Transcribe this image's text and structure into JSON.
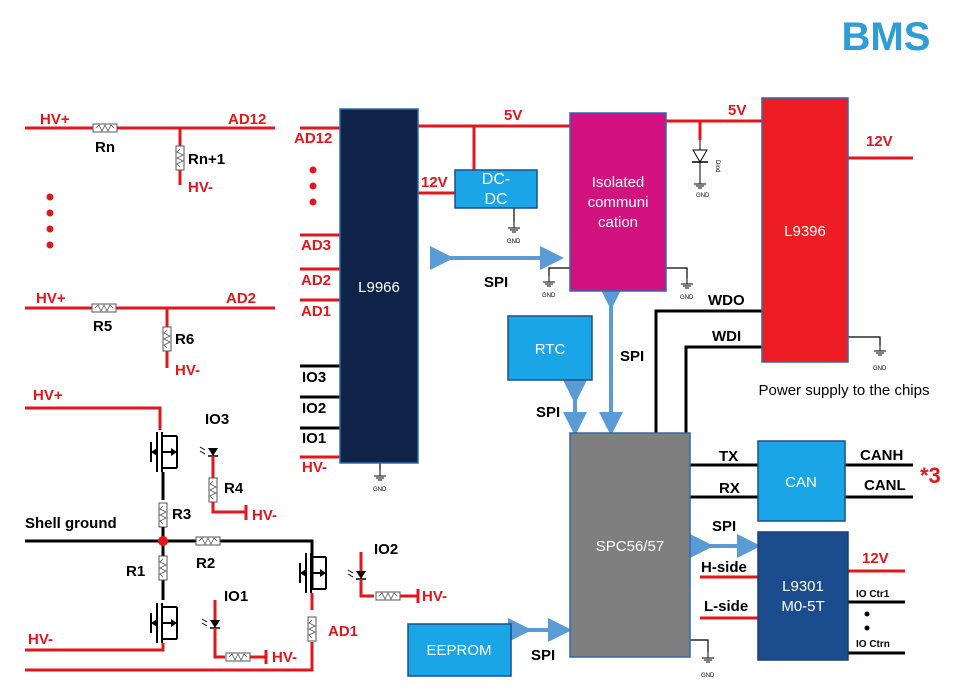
{
  "title": "BMS",
  "colors": {
    "title": "#2e9cd6",
    "wire_red": "#e3161c",
    "l9966": "#0f2349",
    "isolated": "#d2137f",
    "l9396": "#ee1c23",
    "mcu": "#7f7f7f",
    "light_blue": "#1aa6e6",
    "dark_blue": "#1b4d8e",
    "arrow": "#5b9bd5"
  },
  "blocks": {
    "l9966": "L9966",
    "dcdc": "DC-\nDC",
    "isolated": "Isolated\ncommuni\ncation",
    "l9396": "L9396",
    "rtc": "RTC",
    "mcu": "SPC56/57",
    "can": "CAN",
    "l9301": "L9301\nM0-5T",
    "eeprom": "EEPROM"
  },
  "labels": {
    "hv_plus": "HV+",
    "hv_minus": "HV-",
    "ad12": "AD12",
    "ad3": "AD3",
    "ad2": "AD2",
    "ad1": "AD1",
    "io3": "IO3",
    "io2": "IO2",
    "io1": "IO1",
    "rn": "Rn",
    "rn1": "Rn+1",
    "r1": "R1",
    "r2": "R2",
    "r3": "R3",
    "r4": "R4",
    "r5": "R5",
    "r6": "R6",
    "v5": "5V",
    "v12": "12V",
    "spi": "SPI",
    "wdo": "WDO",
    "wdi": "WDI",
    "tx": "TX",
    "rx": "RX",
    "canh": "CANH",
    "canl": "CANL",
    "times3": "*3",
    "hside": "H-side",
    "lside": "L-side",
    "ioctr1": "IO Ctr1",
    "ioctrn": "IO Ctrn",
    "shell_ground": "Shell ground",
    "gnd": "GND",
    "gnd1": "GND\n1",
    "diode_label": "Diod",
    "power_note": "Power supply to the chips"
  }
}
